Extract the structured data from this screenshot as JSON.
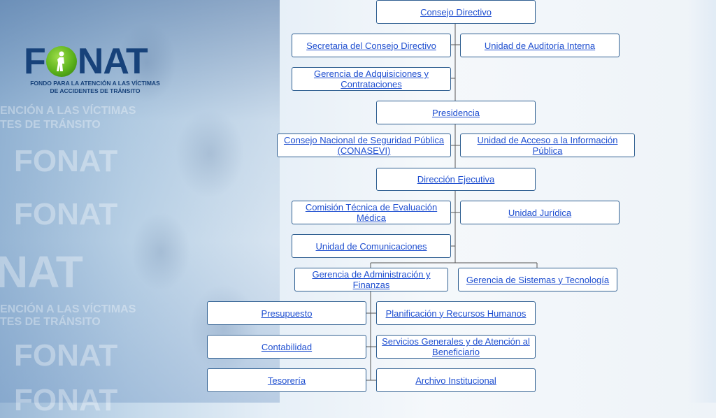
{
  "logo": {
    "word_before": "F",
    "word_after": "NAT",
    "tagline_1": "FONDO PARA LA ATENCIÓN A LAS VÍCTIMAS",
    "tagline_2": "DE ACCIDENTES DE TRÁNSITO"
  },
  "background_text": {
    "ghost_1": "ENCIÓN A LAS VÍCTIMAS",
    "ghost_2": "TES DE TRÁNSITO",
    "ghost_3": "FONAT",
    "ghost_4": "FONAT",
    "ghost_5": "NAT",
    "ghost_6": "ENCIÓN A LAS VÍCTIMAS",
    "ghost_7": "TES DE TRÁNSITO",
    "ghost_8": "FONAT",
    "ghost_9": "FONAT"
  },
  "org": {
    "consejo_directivo": "Consejo Directivo",
    "secretaria": "Secretaria del Consejo Directivo",
    "auditoria": "Unidad de Auditoría Interna",
    "adquisiciones": "Gerencia de Adquisiciones y Contrataciones",
    "presidencia": "Presidencia",
    "conasevi": "Consejo Nacional de Seguridad Pública (CONASEVI)",
    "acceso_info": "Unidad de Acceso a la Información Pública",
    "direccion": "Dirección Ejecutiva",
    "comision": "Comisión Técnica de Evaluación Médica",
    "juridica": "Unidad Jurídica",
    "comunicaciones": "Unidad de Comunicaciones",
    "admin_finanzas": "Gerencia de Administración y Finanzas",
    "sistemas": "Gerencia de Sistemas y Tecnología",
    "presupuesto": "Presupuesto",
    "planificacion": "Planificación y Recursos Humanos",
    "contabilidad": "Contabilidad",
    "servicios": "Servicios Generales y de Atención al Beneficiario",
    "tesoreria": "Tesorería",
    "archivo": "Archivo Institucional"
  }
}
